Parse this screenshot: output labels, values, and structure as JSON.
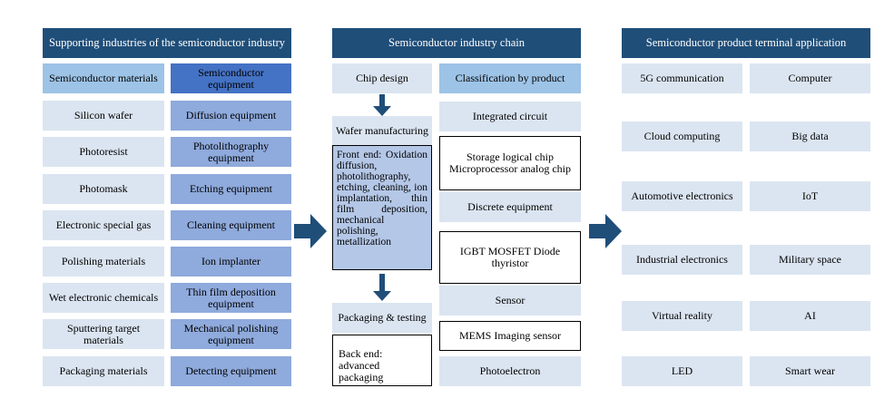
{
  "left": {
    "header": "Supporting industries of the semiconductor industry",
    "materials_header": "Semiconductor materials",
    "equipment_header": "Semiconductor equipment",
    "materials": [
      "Silicon wafer",
      "Photoresist",
      "Photomask",
      "Electronic special gas",
      "Polishing materials",
      "Wet electronic chemicals",
      "Sputtering target materials",
      "Packaging materials"
    ],
    "equipment": [
      "Diffusion equipment",
      "Photolithography equipment",
      "Etching equipment",
      "Cleaning equipment",
      "Ion implanter",
      "Thin film deposition equipment",
      "Mechanical polishing equipment",
      "Detecting equipment"
    ]
  },
  "middle": {
    "header": "Semiconductor industry chain",
    "chip_design": "Chip design",
    "wafer_manufacturing": "Wafer manufacturing",
    "front_end": "Front end: Oxidation diffusion, photolithography, etching, cleaning, ion implantation, thin film deposition, mechanical polishing, metallization",
    "packaging_testing": "Packaging & testing",
    "back_end": "Back end: advanced packaging",
    "classification_header": "Classification by product",
    "integrated_circuit": "Integrated circuit",
    "ic_types": "Storage logical chip Microprocessor analog chip",
    "discrete_equipment": "Discrete equipment",
    "discrete_types": "IGBT MOSFET Diode thyristor",
    "sensor": "Sensor",
    "sensor_types": "MEMS Imaging sensor",
    "photoelectron": "Photoelectron"
  },
  "right": {
    "header": "Semiconductor product terminal application",
    "col1": [
      "5G communication",
      "Cloud computing",
      "Automotive electronics",
      "Industrial electronics",
      "Virtual reality",
      "LED"
    ],
    "col2": [
      "Computer",
      "Big data",
      "IoT",
      "Military space",
      "AI",
      "Smart wear"
    ]
  },
  "colors": {
    "header": "#1f4e79",
    "light": "#dbe5f1",
    "mid": "#9dc3e6",
    "equipment_header": "#4472c4",
    "equipment": "#8faadc",
    "front_end": "#b4c7e7",
    "arrow": "#1f4e79"
  }
}
